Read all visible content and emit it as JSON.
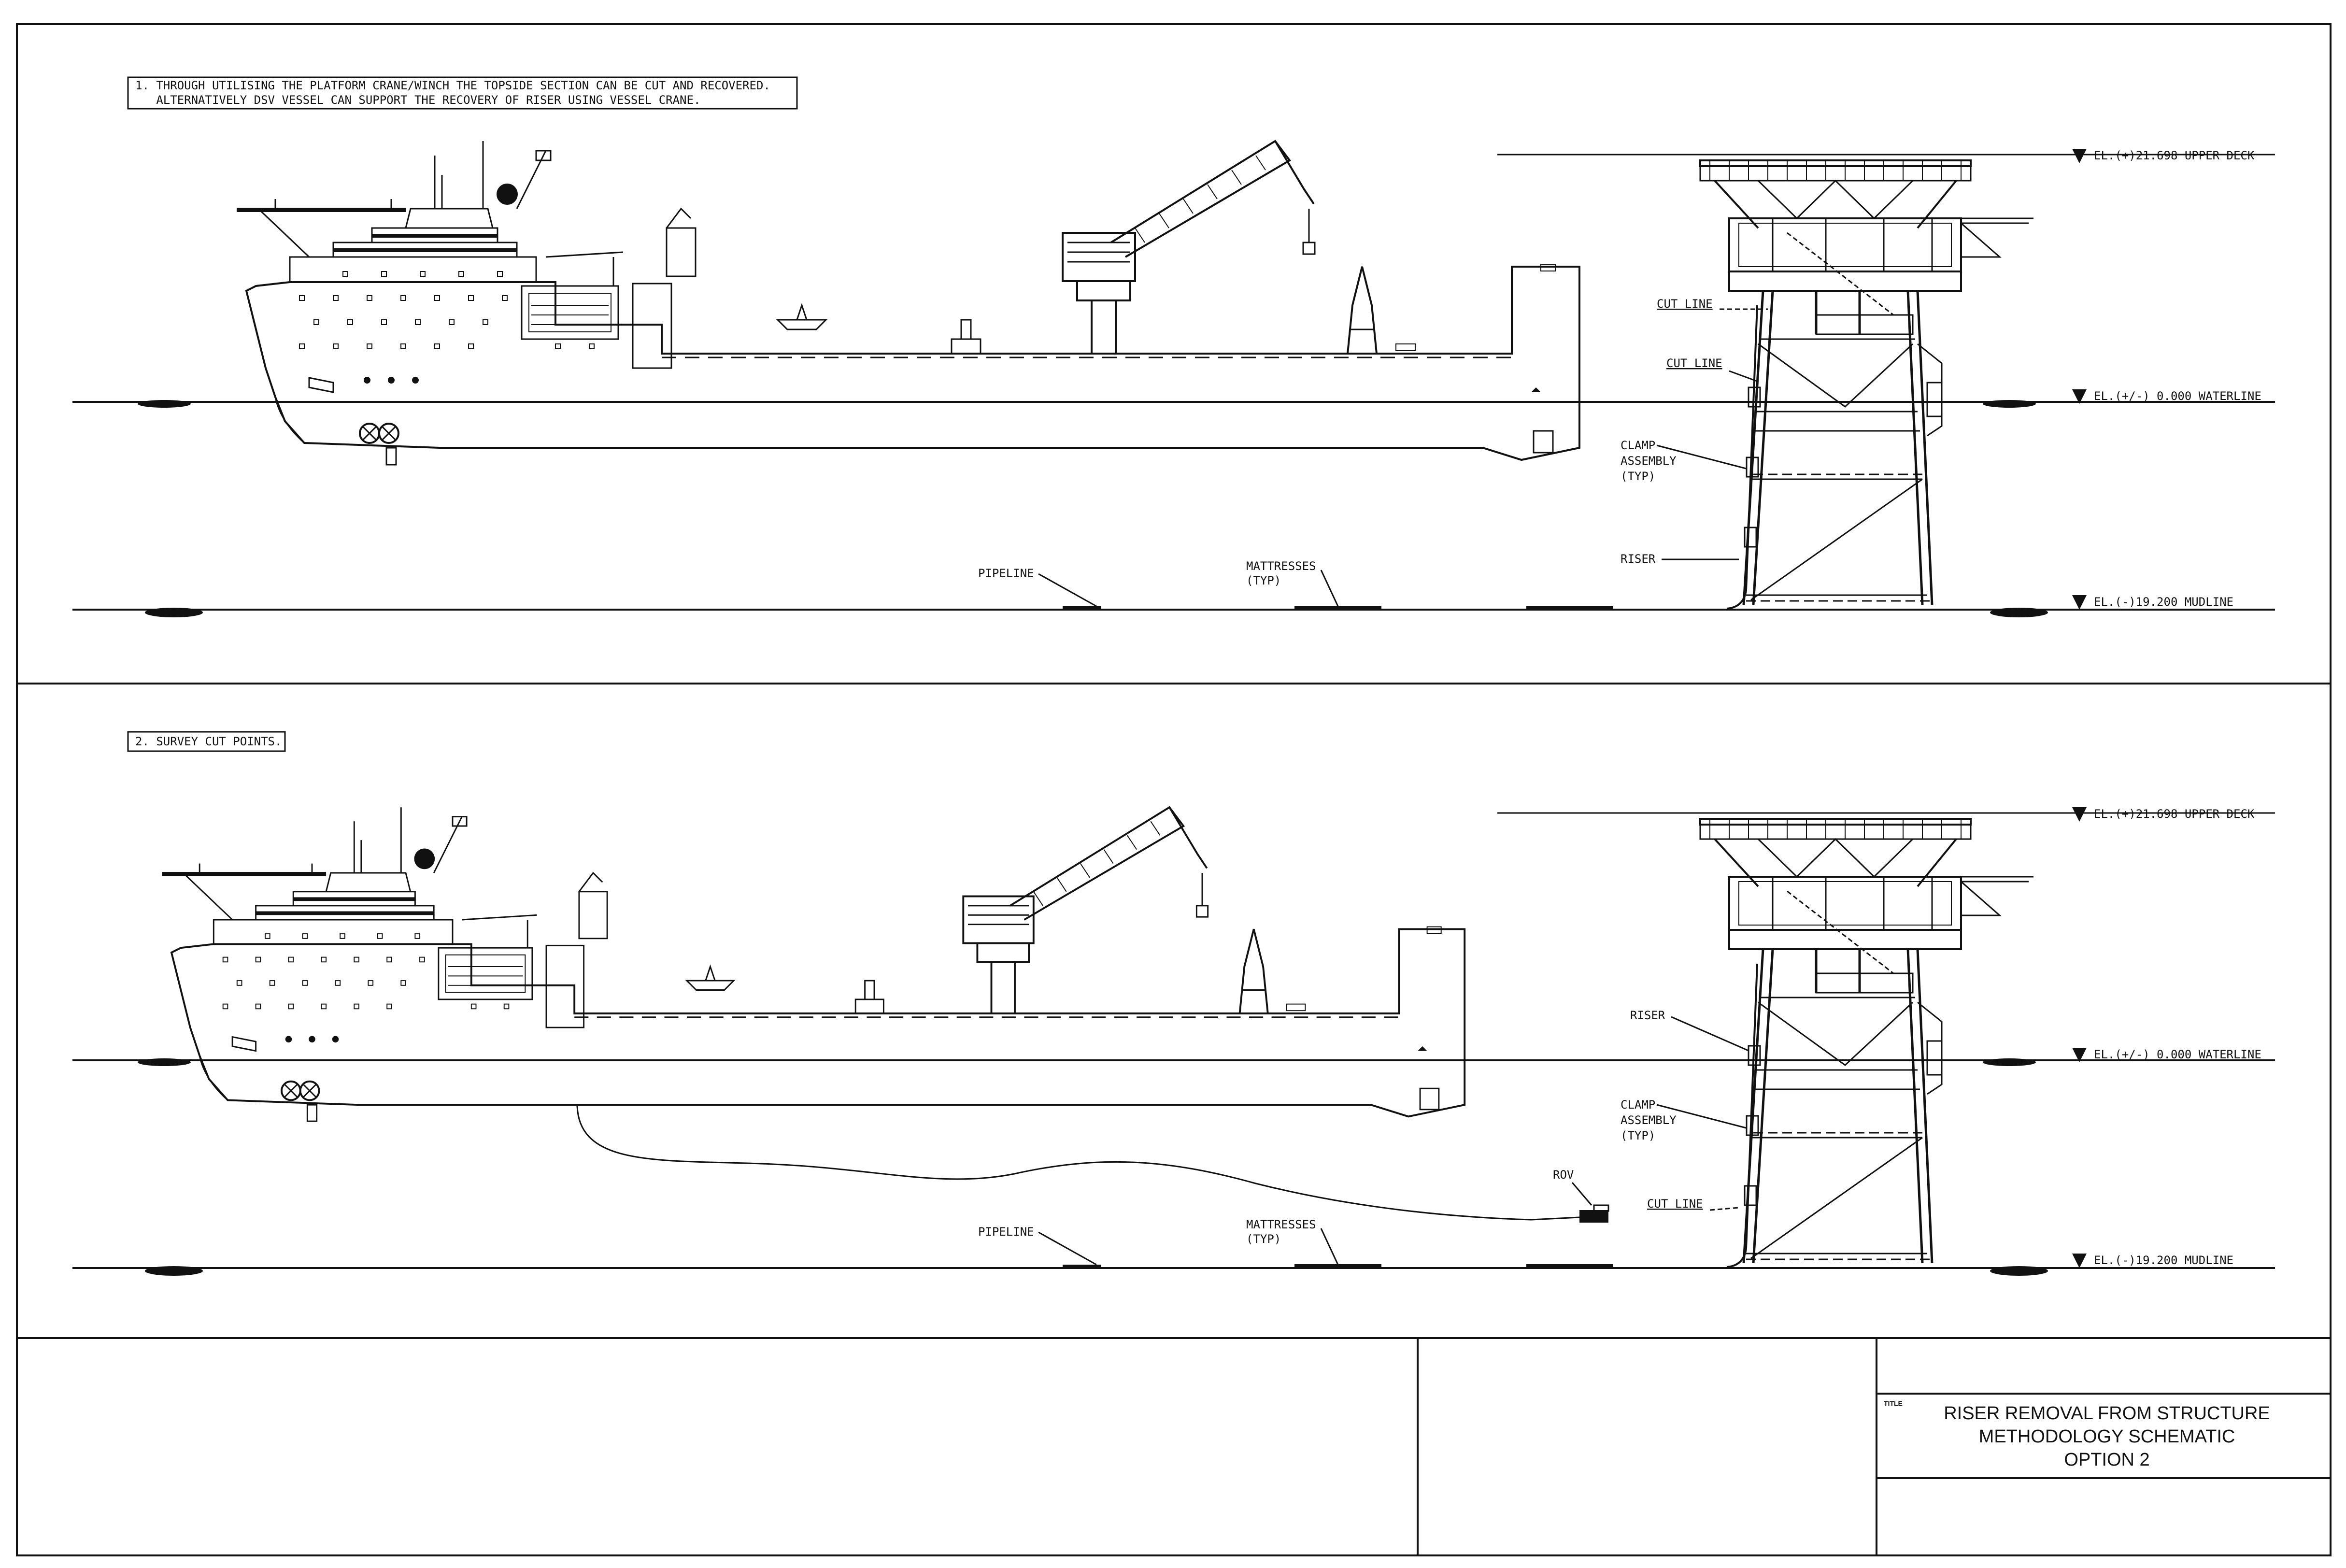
{
  "panels": [
    {
      "note": [
        "1. THROUGH UTILISING THE PLATFORM CRANE/WINCH THE TOPSIDE SECTION CAN BE CUT AND RECOVERED.",
        "   ALTERNATIVELY DSV VESSEL CAN SUPPORT THE RECOVERY OF RISER USING VESSEL CRANE."
      ],
      "labels": {
        "cut_line_1": "CUT LINE",
        "cut_line_2": "CUT LINE",
        "clamp": [
          "CLAMP",
          "ASSEMBLY",
          "(TYP)"
        ],
        "riser": "RISER",
        "pipeline": "PIPELINE",
        "mattresses": [
          "MATTRESSES",
          "(TYP)"
        ]
      },
      "elevations": {
        "upper_deck": "EL.(+)21.698 UPPER DECK",
        "waterline": "EL.(+/-) 0.000 WATERLINE",
        "mudline": "EL.(-)19.200 MUDLINE"
      }
    },
    {
      "note": [
        "2. SURVEY CUT POINTS."
      ],
      "labels": {
        "riser": "RISER",
        "clamp": [
          "CLAMP",
          "ASSEMBLY",
          "(TYP)"
        ],
        "rov": "ROV",
        "cut_line": "CUT LINE",
        "pipeline": "PIPELINE",
        "mattresses": [
          "MATTRESSES",
          "(TYP)"
        ]
      },
      "elevations": {
        "upper_deck": "EL.(+)21.698 UPPER DECK",
        "waterline": "EL.(+/-) 0.000 WATERLINE",
        "mudline": "EL.(-)19.200 MUDLINE"
      }
    }
  ],
  "title_block": {
    "caption": "TITLE",
    "title_lines": [
      "RISER REMOVAL FROM STRUCTURE",
      "METHODOLOGY SCHEMATIC",
      "OPTION 2"
    ]
  }
}
